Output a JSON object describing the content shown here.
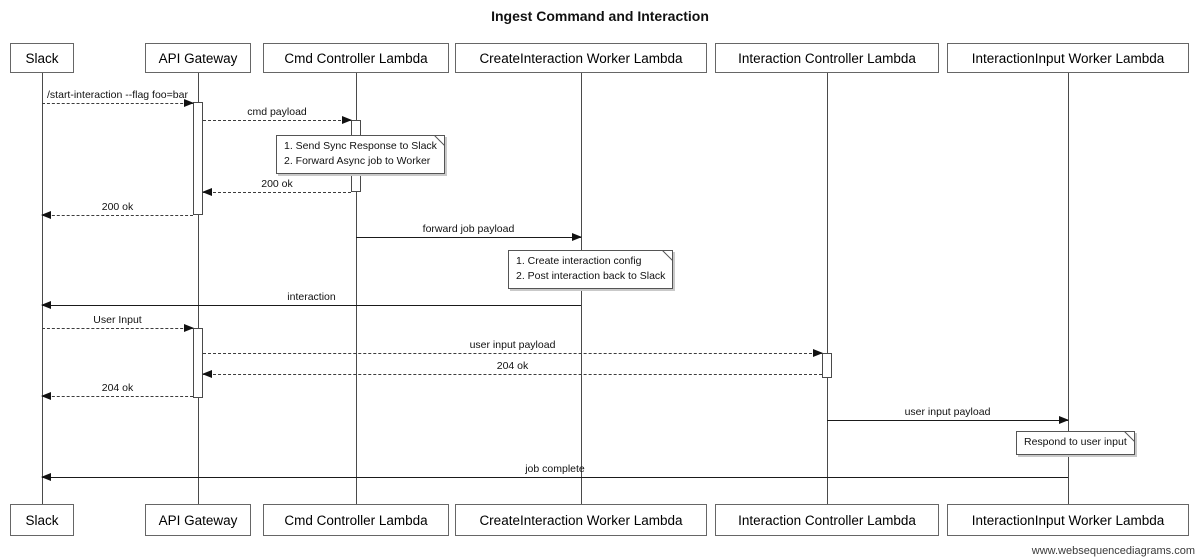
{
  "title": "Ingest Command and Interaction",
  "watermark": "www.websequencediagrams.com",
  "participants": [
    {
      "label": "Slack"
    },
    {
      "label": "API Gateway"
    },
    {
      "label": "Cmd Controller Lambda"
    },
    {
      "label": "CreateInteraction Worker Lambda"
    },
    {
      "label": "Interaction Controller Lambda"
    },
    {
      "label": "InteractionInput Worker Lambda"
    }
  ],
  "messages": [
    {
      "from": "Slack",
      "to": "API Gateway",
      "label": "/start-interaction --flag foo=bar",
      "line": "dashed"
    },
    {
      "from": "API Gateway",
      "to": "Cmd Controller Lambda",
      "label": "cmd payload",
      "line": "dashed"
    },
    {
      "from": "Cmd Controller Lambda",
      "to": "API Gateway",
      "label": "200 ok",
      "line": "dashed"
    },
    {
      "from": "API Gateway",
      "to": "Slack",
      "label": "200 ok",
      "line": "dashed"
    },
    {
      "from": "Cmd Controller Lambda",
      "to": "CreateInteraction Worker Lambda",
      "label": "forward job payload",
      "line": "solid"
    },
    {
      "from": "CreateInteraction Worker Lambda",
      "to": "Slack",
      "label": "interaction",
      "line": "solid"
    },
    {
      "from": "Slack",
      "to": "API Gateway",
      "label": "User Input",
      "line": "dashed"
    },
    {
      "from": "API Gateway",
      "to": "Interaction Controller Lambda",
      "label": "user input payload",
      "line": "dashed"
    },
    {
      "from": "Interaction Controller Lambda",
      "to": "API Gateway",
      "label": "204 ok",
      "line": "dashed"
    },
    {
      "from": "API Gateway",
      "to": "Slack",
      "label": "204 ok",
      "line": "dashed"
    },
    {
      "from": "Interaction Controller Lambda",
      "to": "InteractionInput Worker Lambda",
      "label": "user input payload",
      "line": "solid"
    },
    {
      "from": "InteractionInput Worker Lambda",
      "to": "Slack",
      "label": "job complete",
      "line": "solid"
    }
  ],
  "notes": [
    {
      "attached_to": "Cmd Controller Lambda",
      "lines": [
        "1. Send Sync Response to Slack",
        "2. Forward Async job to Worker"
      ]
    },
    {
      "attached_to": "CreateInteraction Worker Lambda",
      "lines": [
        "1. Create interaction config",
        "2. Post interaction back to Slack"
      ]
    },
    {
      "attached_to": "InteractionInput Worker Lambda",
      "lines": [
        "Respond to user input"
      ]
    }
  ],
  "colors": {
    "background": "#ffffff",
    "arrow_line": "#1a1a1a",
    "box_border": "#666666",
    "note_border": "#555555",
    "note_fill": "#ffffff",
    "shadow": "#c9c9c9",
    "text": "#000000"
  }
}
